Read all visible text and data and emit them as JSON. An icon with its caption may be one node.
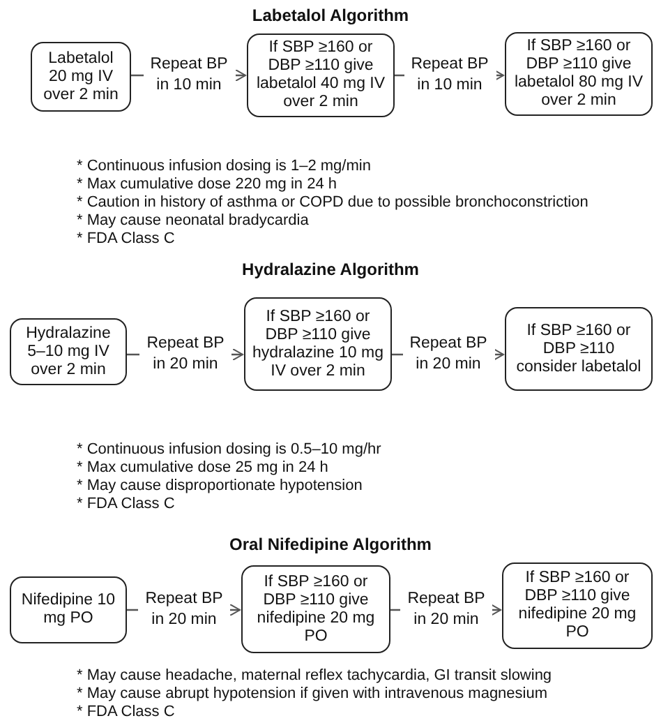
{
  "diagram": {
    "nodes": [
      {
        "text": [
          "Labetalol 20 mg IV over 2 min"
        ]
      },
      {
        "text": [
          "If SBP ≥160 or DBP ≥110 give labetalol 40 mg IV over 2 min"
        ]
      },
      {
        "text": [
          "If SBP ≥160 or DBP ≥110 give labetalol 80 mg IV over 2 min"
        ]
      },
      {
        "text": [
          "Hydralazine 5–10 mg IV over 2 min"
        ]
      },
      {
        "text": [
          "If SBP ≥160 or DBP ≥110 give hydralazine 10 mg IV over 2 min"
        ]
      },
      {
        "text": [
          "If SBP ≥160 or DBP ≥110 consider labetalol"
        ]
      },
      {
        "text": [
          "Nifedipine 10 mg PO"
        ]
      },
      {
        "text": [
          "If SBP ≥160 or DBP ≥110 give nifedipine 20 mg PO"
        ]
      },
      {
        "text": [
          "If SBP ≥160 or DBP ≥110 give nifedipine 20 mg PO"
        ]
      }
    ],
    "edges": [
      {
        "from": 0,
        "to": 1,
        "arrow": "to",
        "label": "Repeat BP in 10 min"
      },
      {
        "from": 1,
        "to": 2,
        "arrow": "to",
        "label": "Repeat BP in 10 min"
      },
      {
        "from": 3,
        "to": 4,
        "arrow": "to",
        "label": "Repeat BP in 20 min"
      },
      {
        "from": 4,
        "to": 5,
        "arrow": "to",
        "label": "Repeat BP in 20 min"
      },
      {
        "from": 6,
        "to": 7,
        "arrow": "to",
        "label": "Repeat BP in 20 min"
      },
      {
        "from": 7,
        "to": 8,
        "arrow": "to",
        "label": "Repeat BP in 20 min"
      }
    ],
    "labels": [
      "Labetalol Algorithm",
      "* Continuous infusion dosing is 1–2 mg/min",
      "* Max cumulative dose 220 mg in 24 h",
      "* Caution in history of asthma or COPD due to possible bronchoconstriction",
      "* May cause neonatal bradycardia",
      "* FDA Class C",
      "Hydralazine Algorithm",
      "* Continuous infusion dosing is 0.5–10 mg/hr",
      "* Max cumulative dose 25 mg in 24 h",
      "* May cause disproportionate hypotension",
      "* FDA Class C",
      "Oral Nifedipine Algorithm",
      "* May cause headache, maternal reflex tachycardia, GI transit slowing",
      "* May cause abrupt hypotension if given with intravenous magnesium",
      "* FDA Class C"
    ]
  }
}
